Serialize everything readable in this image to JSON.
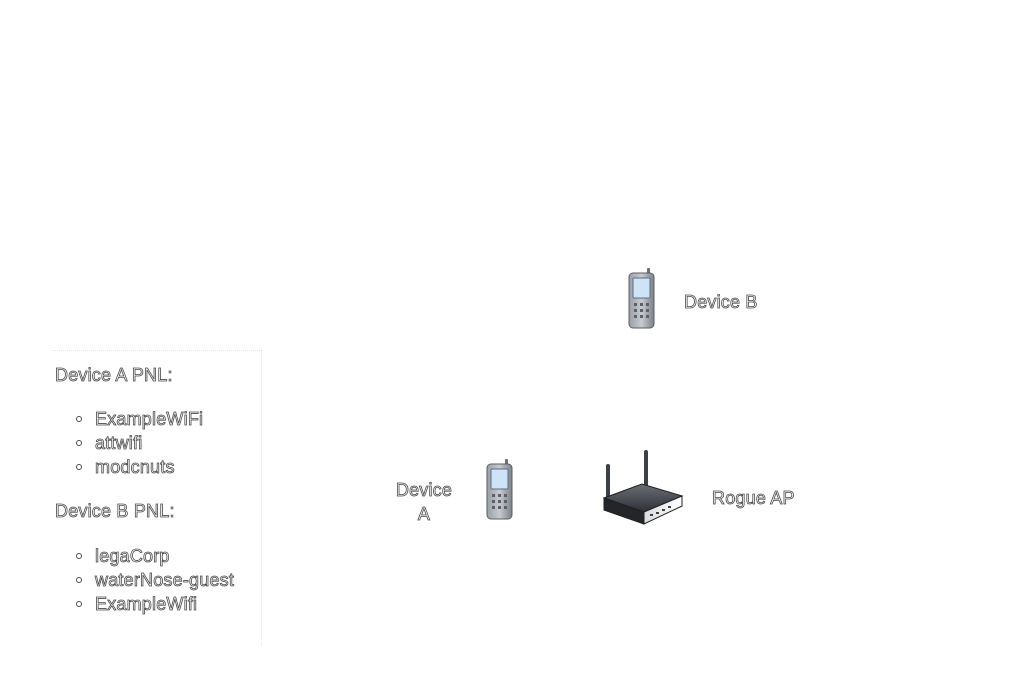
{
  "pnl_panel": {
    "device_a": {
      "heading": "Device A PNL:",
      "networks": [
        "ExampleWiFi",
        "attwifi",
        "modcnuts"
      ]
    },
    "device_b": {
      "heading": "Device B PNL:",
      "networks": [
        "legaCorp",
        "waterNose-guest",
        "ExampleWifi"
      ]
    }
  },
  "nodes": {
    "device_b": {
      "label": "Device B",
      "icon": "mobile-phone-icon"
    },
    "device_a": {
      "label_line1": "Device",
      "label_line2": "A",
      "icon": "mobile-phone-icon"
    },
    "rogue_ap": {
      "label": "Rogue AP",
      "icon": "wireless-router-icon"
    }
  }
}
